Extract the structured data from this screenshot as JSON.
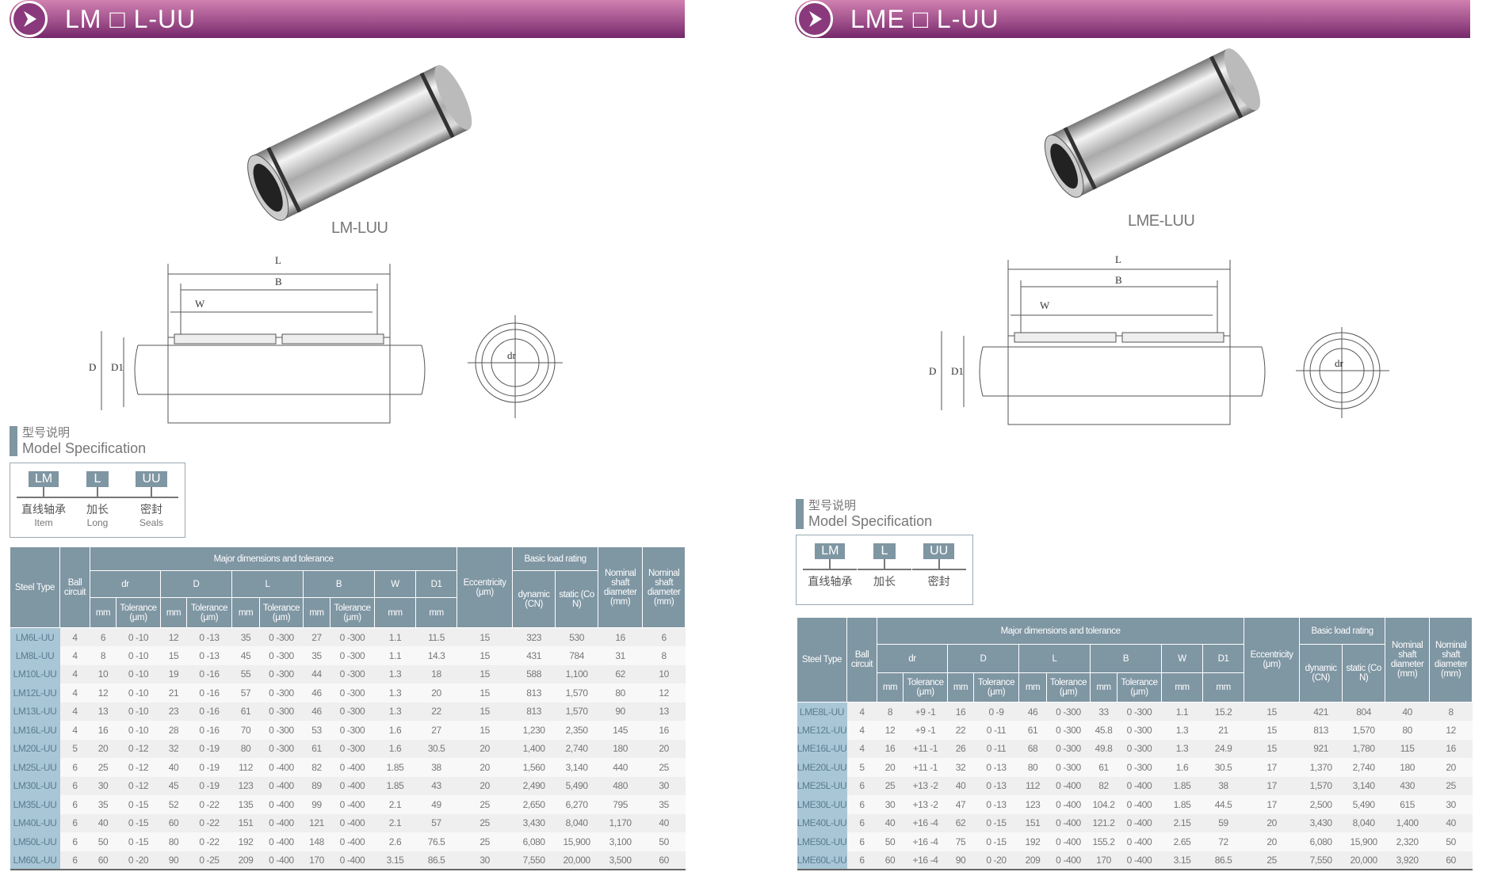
{
  "left": {
    "title": "LM □ L-UU",
    "product_label": "LM-LUU",
    "drawing_labels": {
      "L": "L",
      "B": "B",
      "W": "W",
      "D": "D",
      "D1": "D1",
      "dr": "dr"
    },
    "spec": {
      "title_cn": "型号说明",
      "title_en": "Model Specification",
      "parts": [
        {
          "code": "LM",
          "cn": "直线轴承",
          "en": "Item"
        },
        {
          "code": "L",
          "cn": "加长",
          "en": "Long"
        },
        {
          "code": "UU",
          "cn": "密封",
          "en": "Seals"
        }
      ]
    },
    "rows": [
      [
        "LM6L-UU",
        "4",
        "6",
        "0 -10",
        "12",
        "0 -13",
        "35",
        "0 -300",
        "27",
        "0 -300",
        "1.1",
        "11.5",
        "15",
        "323",
        "530",
        "16",
        "6"
      ],
      [
        "LM8L-UU",
        "4",
        "8",
        "0 -10",
        "15",
        "0 -13",
        "45",
        "0 -300",
        "35",
        "0 -300",
        "1.1",
        "14.3",
        "15",
        "431",
        "784",
        "31",
        "8"
      ],
      [
        "LM10L-UU",
        "4",
        "10",
        "0 -10",
        "19",
        "0 -16",
        "55",
        "0 -300",
        "44",
        "0 -300",
        "1.3",
        "18",
        "15",
        "588",
        "1,100",
        "62",
        "10"
      ],
      [
        "LM12L-UU",
        "4",
        "12",
        "0 -10",
        "21",
        "0 -16",
        "57",
        "0 -300",
        "46",
        "0 -300",
        "1.3",
        "20",
        "15",
        "813",
        "1,570",
        "80",
        "12"
      ],
      [
        "LM13L-UU",
        "4",
        "13",
        "0 -10",
        "23",
        "0 -16",
        "61",
        "0 -300",
        "46",
        "0 -300",
        "1.3",
        "22",
        "15",
        "813",
        "1,570",
        "90",
        "13"
      ],
      [
        "LM16L-UU",
        "4",
        "16",
        "0 -10",
        "28",
        "0 -16",
        "70",
        "0 -300",
        "53",
        "0 -300",
        "1.6",
        "27",
        "15",
        "1,230",
        "2,350",
        "145",
        "16"
      ],
      [
        "LM20L-UU",
        "5",
        "20",
        "0 -12",
        "32",
        "0 -19",
        "80",
        "0 -300",
        "61",
        "0 -300",
        "1.6",
        "30.5",
        "20",
        "1,400",
        "2,740",
        "180",
        "20"
      ],
      [
        "LM25L-UU",
        "6",
        "25",
        "0 -12",
        "40",
        "0 -19",
        "112",
        "0 -400",
        "82",
        "0 -400",
        "1.85",
        "38",
        "20",
        "1,560",
        "3,140",
        "440",
        "25"
      ],
      [
        "LM30L-UU",
        "6",
        "30",
        "0 -12",
        "45",
        "0 -19",
        "123",
        "0 -400",
        "89",
        "0 -400",
        "1.85",
        "43",
        "20",
        "2,490",
        "5,490",
        "480",
        "30"
      ],
      [
        "LM35L-UU",
        "6",
        "35",
        "0 -15",
        "52",
        "0 -22",
        "135",
        "0 -400",
        "99",
        "0 -400",
        "2.1",
        "49",
        "25",
        "2,650",
        "6,270",
        "795",
        "35"
      ],
      [
        "LM40L-UU",
        "6",
        "40",
        "0 -15",
        "60",
        "0 -22",
        "151",
        "0 -400",
        "121",
        "0 -400",
        "2.1",
        "57",
        "25",
        "3,430",
        "8,040",
        "1,170",
        "40"
      ],
      [
        "LM50L-UU",
        "6",
        "50",
        "0 -15",
        "80",
        "0 -22",
        "192",
        "0 -400",
        "148",
        "0 -400",
        "2.6",
        "76.5",
        "25",
        "6,080",
        "15,900",
        "3,100",
        "50"
      ],
      [
        "LM60L-UU",
        "6",
        "60",
        "0 -20",
        "90",
        "0 -25",
        "209",
        "0 -400",
        "170",
        "0 -400",
        "3.15",
        "86.5",
        "30",
        "7,550",
        "20,000",
        "3,500",
        "60"
      ]
    ]
  },
  "right": {
    "title": "LME □ L-UU",
    "product_label": "LME-LUU",
    "drawing_labels": {
      "L": "L",
      "B": "B",
      "W": "W",
      "D": "D",
      "D1": "D1",
      "dr": "dr"
    },
    "spec": {
      "title_cn": "型号说明",
      "title_en": "Model Specification",
      "parts": [
        {
          "code": "LM",
          "cn": "直线轴承"
        },
        {
          "code": "L",
          "cn": "加长"
        },
        {
          "code": "UU",
          "cn": "密封"
        }
      ]
    },
    "rows": [
      [
        "LME8L-UU",
        "4",
        "8",
        "+9 -1",
        "16",
        "0 -9",
        "46",
        "0 -300",
        "33",
        "0 -300",
        "1.1",
        "15.2",
        "15",
        "421",
        "804",
        "40",
        "8"
      ],
      [
        "LME12L-UU",
        "4",
        "12",
        "+9 -1",
        "22",
        "0 -11",
        "61",
        "0 -300",
        "45.8",
        "0 -300",
        "1.3",
        "21",
        "15",
        "813",
        "1,570",
        "80",
        "12"
      ],
      [
        "LME16L-UU",
        "4",
        "16",
        "+11 -1",
        "26",
        "0 -11",
        "68",
        "0 -300",
        "49.8",
        "0 -300",
        "1.3",
        "24.9",
        "15",
        "921",
        "1,780",
        "115",
        "16"
      ],
      [
        "LME20L-UU",
        "5",
        "20",
        "+11 -1",
        "32",
        "0 -13",
        "80",
        "0 -300",
        "61",
        "0 -300",
        "1.6",
        "30.5",
        "17",
        "1,370",
        "2,740",
        "180",
        "20"
      ],
      [
        "LME25L-UU",
        "6",
        "25",
        "+13 -2",
        "40",
        "0 -13",
        "112",
        "0 -400",
        "82",
        "0 -400",
        "1.85",
        "38",
        "17",
        "1,570",
        "3,140",
        "430",
        "25"
      ],
      [
        "LME30L-UU",
        "6",
        "30",
        "+13 -2",
        "47",
        "0 -13",
        "123",
        "0 -400",
        "104.2",
        "0 -400",
        "1.85",
        "44.5",
        "17",
        "2,500",
        "5,490",
        "615",
        "30"
      ],
      [
        "LME40L-UU",
        "6",
        "40",
        "+16 -4",
        "62",
        "0 -15",
        "151",
        "0 -400",
        "121.2",
        "0 -400",
        "2.15",
        "59",
        "20",
        "3,430",
        "8,040",
        "1,400",
        "40"
      ],
      [
        "LME50L-UU",
        "6",
        "50",
        "+16 -4",
        "75",
        "0 -15",
        "192",
        "0 -400",
        "155.2",
        "0 -400",
        "2.65",
        "72",
        "20",
        "6,080",
        "15,900",
        "2,320",
        "50"
      ],
      [
        "LME60L-UU",
        "6",
        "60",
        "+16 -4",
        "90",
        "0 -20",
        "209",
        "0 -400",
        "170",
        "0 -400",
        "3.15",
        "86.5",
        "25",
        "7,550",
        "20,000",
        "3,920",
        "60"
      ]
    ]
  },
  "table_header": {
    "steel_type": "Steel Type",
    "ball_circuit": "Ball circuit",
    "major": "Major  dimensions and tolerance",
    "dr": "dr",
    "D": "D",
    "L": "L",
    "B": "B",
    "W": "W",
    "D1": "D1",
    "mm": "mm",
    "tolerance": "Tolerance (μm)",
    "eccentricity": "Eccentricity (μm)",
    "basic_load": "Basic load rating",
    "dynamic": "dynamic (CN)",
    "static": "static (Co N)",
    "nominal": "Nominal shaft diameter (mm)"
  }
}
